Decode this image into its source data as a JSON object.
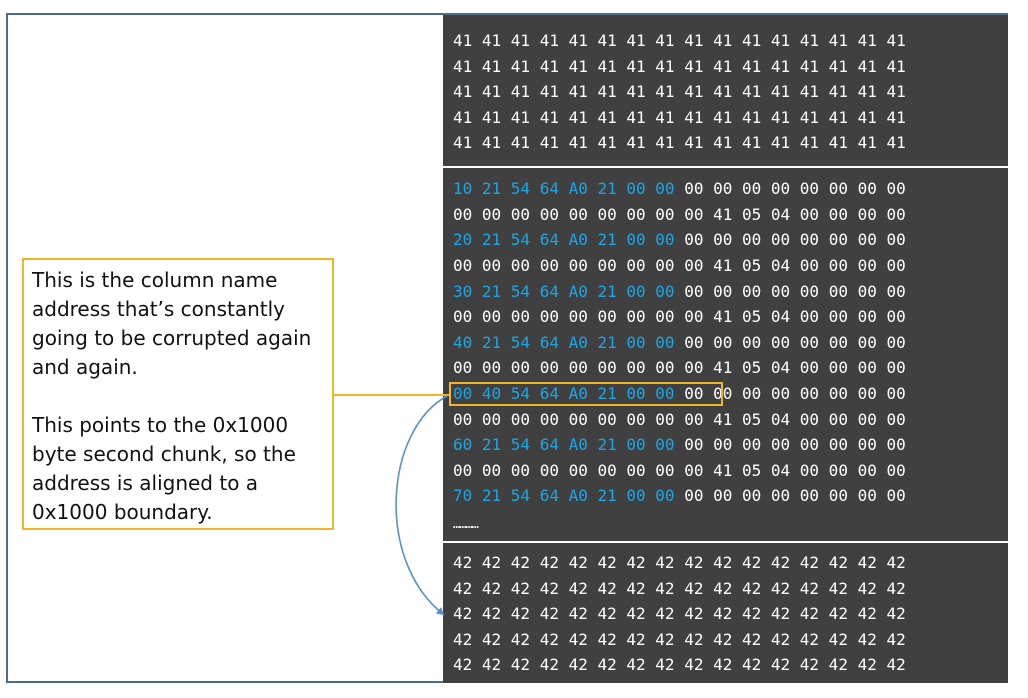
{
  "callout": {
    "paragraph1": "This is the column name address that’s constantly going to be corrupted again and again.",
    "paragraph2": "This points to the 0x1000 byte second chunk, so the address is aligned to a 0x1000 boundary."
  },
  "top_chunk": {
    "rows": [
      "41 41 41 41 41 41 41 41 41 41 41 41 41 41 41 41",
      "41 41 41 41 41 41 41 41 41 41 41 41 41 41 41 41",
      "41 41 41 41 41 41 41 41 41 41 41 41 41 41 41 41",
      "41 41 41 41 41 41 41 41 41 41 41 41 41 41 41 41",
      "41 41 41 41 41 41 41 41 41 41 41 41 41 41 41 41"
    ]
  },
  "middle_chunk": {
    "rows": [
      {
        "addr": "10 21 54 64 A0 21 00 00",
        "rest": " 00 00 00 00 00 00 00 00"
      },
      {
        "addr": "",
        "rest": "00 00 00 00 00 00 00 00 00 41 05 04 00 00 00 00"
      },
      {
        "addr": "20 21 54 64 A0 21 00 00",
        "rest": " 00 00 00 00 00 00 00 00"
      },
      {
        "addr": "",
        "rest": "00 00 00 00 00 00 00 00 00 41 05 04 00 00 00 00"
      },
      {
        "addr": "30 21 54 64 A0 21 00 00",
        "rest": " 00 00 00 00 00 00 00 00"
      },
      {
        "addr": "",
        "rest": "00 00 00 00 00 00 00 00 00 41 05 04 00 00 00 00"
      },
      {
        "addr": "40 21 54 64 A0 21 00 00",
        "rest": " 00 00 00 00 00 00 00 00"
      },
      {
        "addr": "",
        "rest": "00 00 00 00 00 00 00 00 00 41 05 04 00 00 00 00"
      },
      {
        "addr": "00 40 54 64 A0 21 00 00",
        "rest": " 00 00 00 00 00 00 00 00"
      },
      {
        "addr": "",
        "rest": "00 00 00 00 00 00 00 00 00 41 05 04 00 00 00 00"
      },
      {
        "addr": "60 21 54 64 A0 21 00 00",
        "rest": " 00 00 00 00 00 00 00 00"
      },
      {
        "addr": "",
        "rest": "00 00 00 00 00 00 00 00 00 41 05 04 00 00 00 00"
      },
      {
        "addr": "70 21 54 64 A0 21 00 00",
        "rest": " 00 00 00 00 00 00 00 00"
      }
    ],
    "ellipsis": "…………"
  },
  "bottom_chunk": {
    "rows": [
      "42 42 42 42 42 42 42 42 42 42 42 42 42 42 42 42",
      "42 42 42 42 42 42 42 42 42 42 42 42 42 42 42 42",
      "42 42 42 42 42 42 42 42 42 42 42 42 42 42 42 42",
      "42 42 42 42 42 42 42 42 42 42 42 42 42 42 42 42",
      "42 42 42 42 42 42 42 42 42 42 42 42 42 42 42 42"
    ]
  },
  "colors": {
    "address_bytes": "#1aa6e6",
    "plain_bytes": "#ffffff",
    "pane_background": "#404040",
    "callout_border": "#f0b428",
    "arrow": "#5b8fc7"
  }
}
